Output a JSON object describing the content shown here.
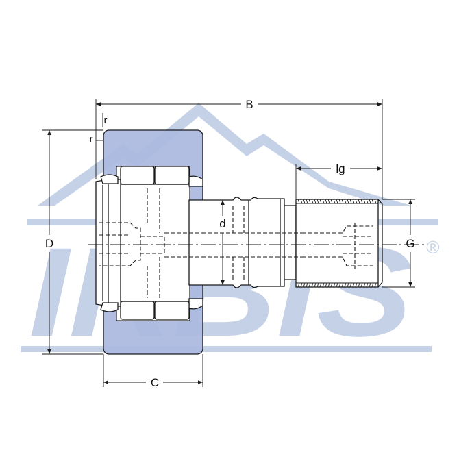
{
  "watermark": {
    "brand": "IRBIS",
    "registered_mark": "®",
    "color": "#c5d1e6"
  },
  "colors": {
    "outer_ring_fill": "#aab9e0",
    "outline": "#1a1a1a",
    "dimension_line": "#1a1a1a"
  },
  "dimensions": {
    "B": "B",
    "lg": "lg",
    "r_top": "r",
    "r_side": "r",
    "D": "D",
    "d": "d",
    "G": "G",
    "C": "C"
  }
}
